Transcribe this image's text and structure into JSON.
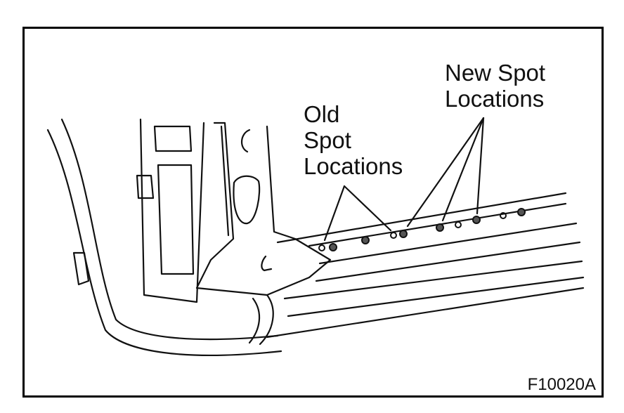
{
  "labels": {
    "old": "Old\nSpot\nLocations",
    "new": "New Spot\nLocations"
  },
  "figure_id": "F10020A"
}
